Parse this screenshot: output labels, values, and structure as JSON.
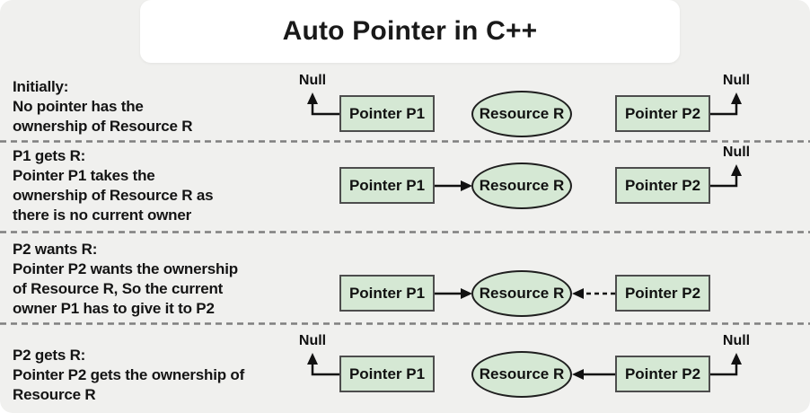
{
  "title": "Auto Pointer in C++",
  "labels": {
    "pointer_p1": "Pointer P1",
    "pointer_p2": "Pointer P2",
    "resource": "Resource R",
    "null": "Null"
  },
  "colors": {
    "canvas_bg": "#f0f0ee",
    "title_card_bg": "#ffffff",
    "node_fill": "#d5e8d4",
    "node_border": "#4d4d4d",
    "text": "#141414",
    "connector": "#111111",
    "separator": "#7f7f7f"
  },
  "rows": [
    {
      "id": "initially",
      "lines": [
        "Initially:",
        "No pointer has the",
        "ownership of Resource R"
      ]
    },
    {
      "id": "p1-gets-r",
      "lines": [
        "P1 gets R:",
        "Pointer P1 takes the",
        "ownership of Resource R as",
        "there is no current owner"
      ]
    },
    {
      "id": "p2-wants-r",
      "lines": [
        "P2 wants R:",
        "Pointer P2 wants the ownership",
        "of Resource R, So the current",
        "owner P1 has to give it to P2"
      ]
    },
    {
      "id": "p2-gets-r",
      "lines": [
        "P2 gets R:",
        "Pointer P2 gets the ownership of",
        "Resource R"
      ]
    }
  ]
}
